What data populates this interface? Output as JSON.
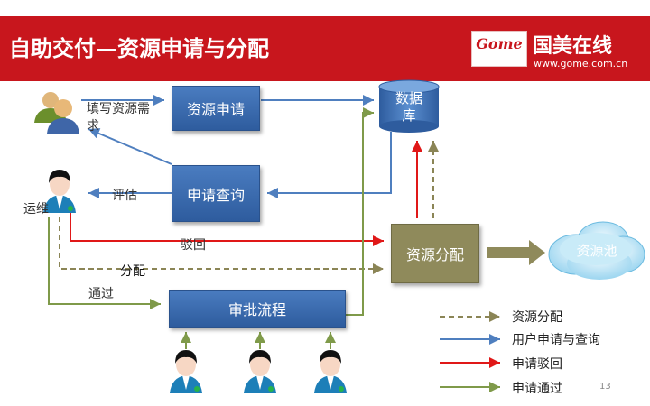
{
  "header": {
    "title": "自助交付—资源申请与分配",
    "logo_text": "Gome",
    "brand_name": "国美在线",
    "brand_url": "www.gome.com.cn",
    "bar_color": "#c8161d"
  },
  "nodes": {
    "resource_request": "资源申请",
    "request_query": "申请查询",
    "approval_flow": "审批流程",
    "database": "数据库",
    "resource_allocate": "资源分配",
    "resource_pool": "资源池"
  },
  "labels": {
    "fill_request": "填写资源需求",
    "ops": "运维",
    "evaluate": "评估",
    "reject": "驳回",
    "allocate": "分配",
    "pass": "通过"
  },
  "legend": [
    {
      "text": "资源分配",
      "color": "#8b8556",
      "style": "dashed"
    },
    {
      "text": "用户申请与查询",
      "color": "#4f7fbf",
      "style": "solid"
    },
    {
      "text": "申请驳回",
      "color": "#e01818",
      "style": "solid"
    },
    {
      "text": "申请通过",
      "color": "#7f9a4a",
      "style": "solid"
    }
  ],
  "page_number": "13",
  "icons": [
    "users-icon",
    "ops-person-icon",
    "approver-person-icon",
    "database-icon",
    "cloud-icon"
  ]
}
